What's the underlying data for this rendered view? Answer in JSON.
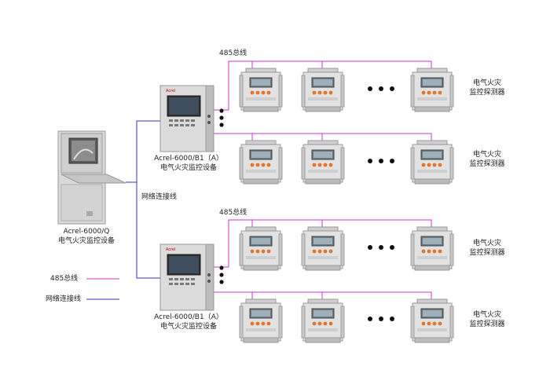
{
  "workstation": {
    "model": "Acrel-6000/Q",
    "name": "电气火灾监控设备"
  },
  "controllers": [
    {
      "model": "Acrel-6000/B1（A）",
      "name": "电气火灾监控设备",
      "bus_label": "485总线",
      "brand": "Acrel"
    },
    {
      "model": "Acrel-6000/B1（A）",
      "name": "电气火灾监控设备",
      "bus_label": "485总线",
      "brand": "Acrel"
    }
  ],
  "network_label": "网络连接线",
  "detector_label": {
    "line1": "电气火灾",
    "line2": "监控探测器"
  },
  "legend": [
    {
      "label": "485总线",
      "color": "#cc33cc"
    },
    {
      "label": "网络连接线",
      "color": "#3333cc"
    }
  ],
  "colors": {
    "bus_line": "#cc33cc",
    "network_line": "#3333cc",
    "device_body": "#dcdcdc",
    "detector_button": "#e8742a"
  }
}
